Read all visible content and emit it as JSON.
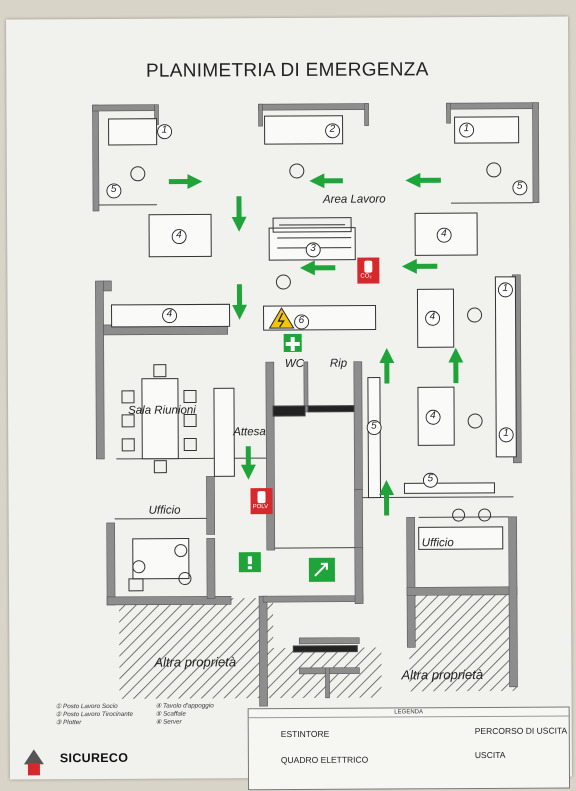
{
  "title": "PLANIMETRIA DI EMERGENZA",
  "labels": {
    "area_lavoro": "Area Lavoro",
    "wc": "WC",
    "rip": "Rip",
    "sala_riunioni": "Sala Riunioni",
    "attesa": "Attesa",
    "ufficio_left": "Ufficio",
    "ufficio_right": "Ufficio",
    "altra_left": "Altra proprietà",
    "altra_right": "Altra proprietà"
  },
  "markers": {
    "n1": "1",
    "n2": "2",
    "n3": "3",
    "n4": "4",
    "n5": "5",
    "n6": "6"
  },
  "signs": {
    "co2": "CO₂",
    "polv": "POLV"
  },
  "keynotes": [
    {
      "num": "1",
      "text": "Posto Lavoro Socio"
    },
    {
      "num": "2",
      "text": "Posto Lavoro Tirocinante"
    },
    {
      "num": "3",
      "text": "Plotter"
    },
    {
      "num": "4",
      "text": "Tavolo d'appoggio"
    },
    {
      "num": "5",
      "text": "Scaffale"
    },
    {
      "num": "6",
      "text": "Server"
    }
  ],
  "legend": {
    "title": "LEGENDA",
    "items": {
      "estintore": "ESTINTORE",
      "quadro": "QUADRO ELETTRICO",
      "percorso": "PERCORSO DI USCITA",
      "uscita": "USCITA"
    }
  },
  "logo": "SICURECO",
  "colors": {
    "exit_green": "#1fa43a",
    "extinguisher_red": "#d6282d",
    "wall_gray": "#8d8d8d",
    "warning_yellow": "#f2c40f"
  }
}
